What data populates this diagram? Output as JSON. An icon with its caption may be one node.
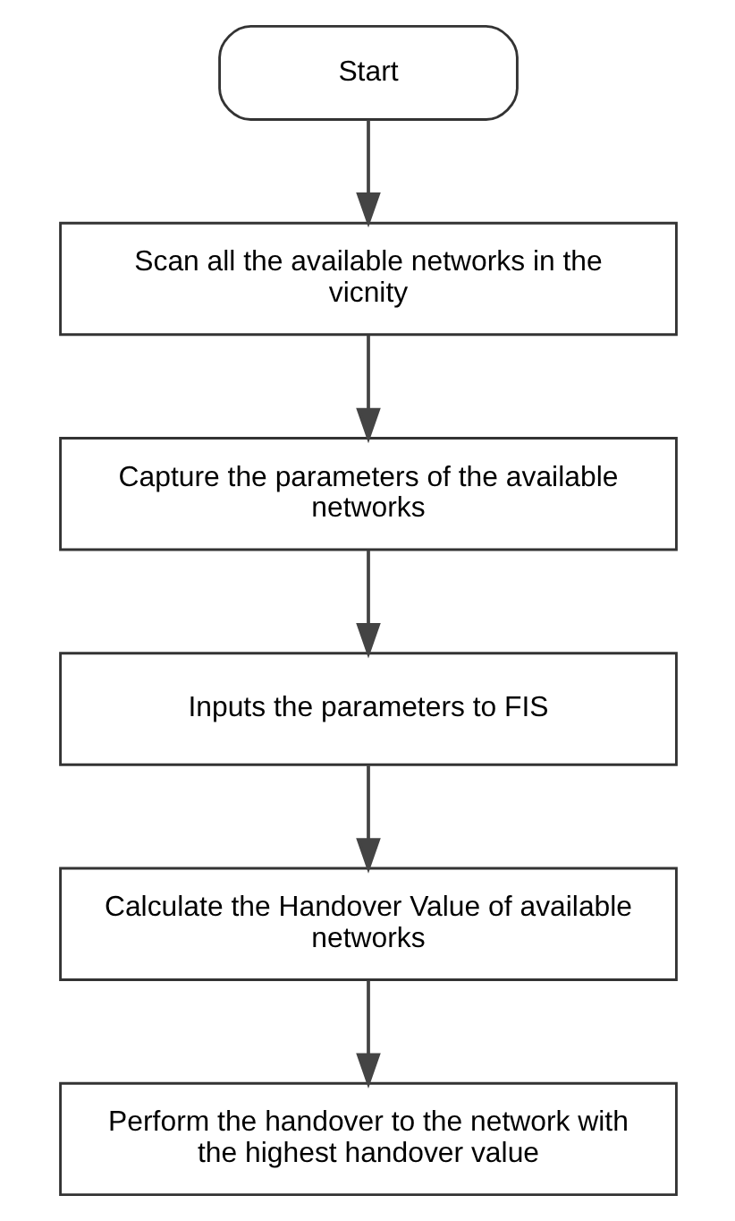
{
  "diagram": {
    "nodes": [
      {
        "text": [
          "Start"
        ]
      },
      {
        "text": [
          "Scan all the available networks in the vicnity"
        ]
      },
      {
        "text": [
          "Capture the parameters of the available networks"
        ]
      },
      {
        "text": [
          "Inputs the parameters to FIS"
        ]
      },
      {
        "text": [
          "Calculate the Handover Value of available networks"
        ]
      },
      {
        "text": [
          "Perform the handover to the network with the highest handover value"
        ]
      }
    ],
    "edges": [
      {
        "from": 0,
        "to": 1,
        "arrow": "to"
      },
      {
        "from": 1,
        "to": 2,
        "arrow": "to"
      },
      {
        "from": 2,
        "to": 3,
        "arrow": "to"
      },
      {
        "from": 3,
        "to": 4,
        "arrow": "to"
      },
      {
        "from": 4,
        "to": 5,
        "arrow": "to"
      }
    ]
  }
}
